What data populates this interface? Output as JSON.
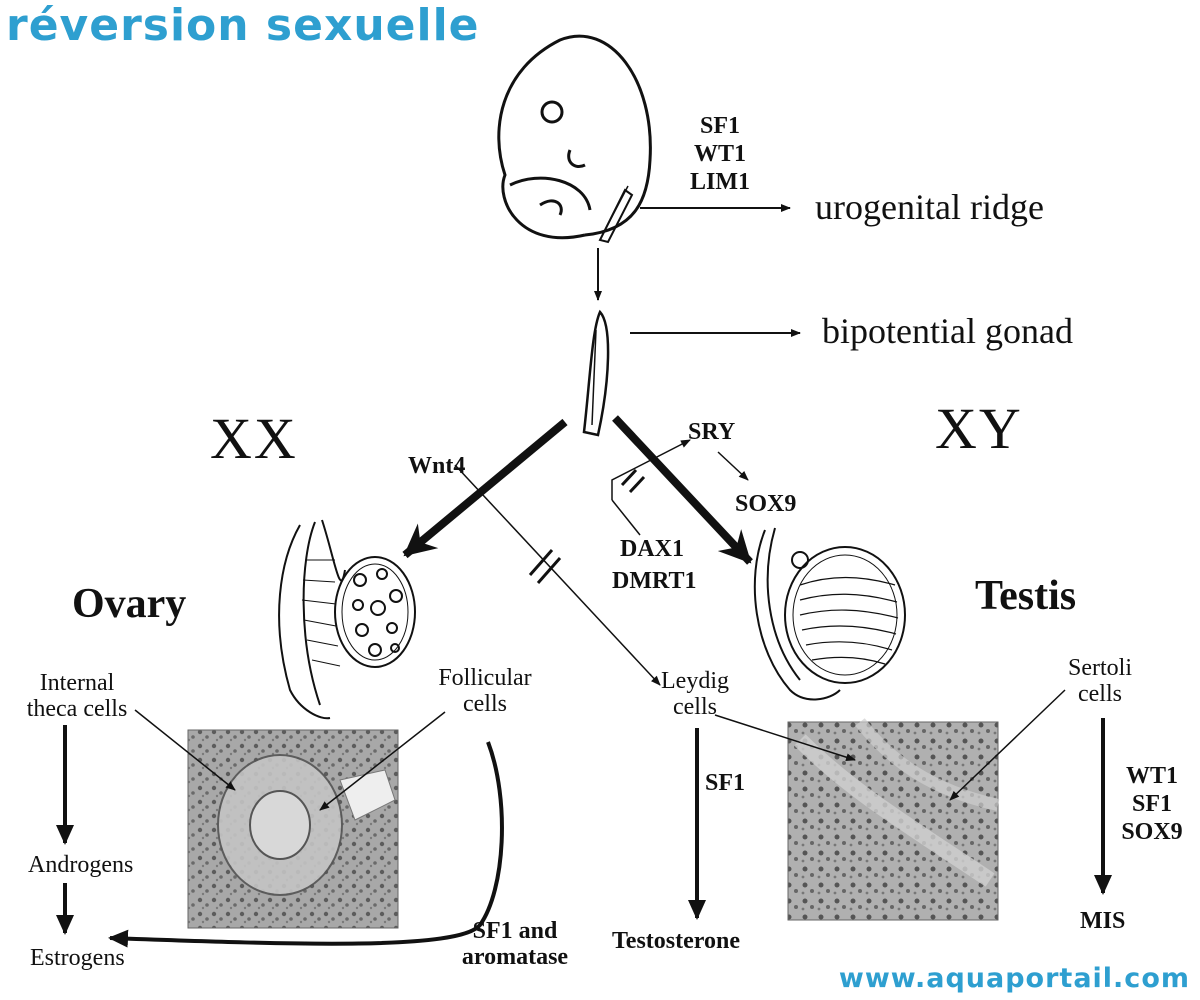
{
  "title": "réversion sexuelle",
  "footer_url": "www.aquaportail.com",
  "colors": {
    "title": "#2e9fd0",
    "ink": "#111111",
    "tissue": "#9a9a9a"
  },
  "genes_top": [
    "SF1",
    "WT1",
    "LIM1"
  ],
  "urogenital_ridge": "urogenital ridge",
  "bipotential_gonad": "bipotential gonad",
  "xx": "XX",
  "xy": "XY",
  "wnt4": "Wnt4",
  "sry": "SRY",
  "sox9": "SOX9",
  "dax1": "DAX1",
  "dmrt1": "DMRT1",
  "ovary": "Ovary",
  "testis": "Testis",
  "internal_theca": [
    "Internal",
    "theca cells"
  ],
  "follicular": [
    "Follicular",
    "cells"
  ],
  "androgens": "Androgens",
  "estrogens": "Estrogens",
  "sf1_aromatase": [
    "SF1 and",
    "aromatase"
  ],
  "leydig": [
    "Leydig",
    "cells"
  ],
  "sf1_leydig": "SF1",
  "testosterone": "Testosterone",
  "sertoli": [
    "Sertoli",
    "cells"
  ],
  "genes_sertoli": [
    "WT1",
    "SF1",
    "SOX9"
  ],
  "mis": "MIS"
}
